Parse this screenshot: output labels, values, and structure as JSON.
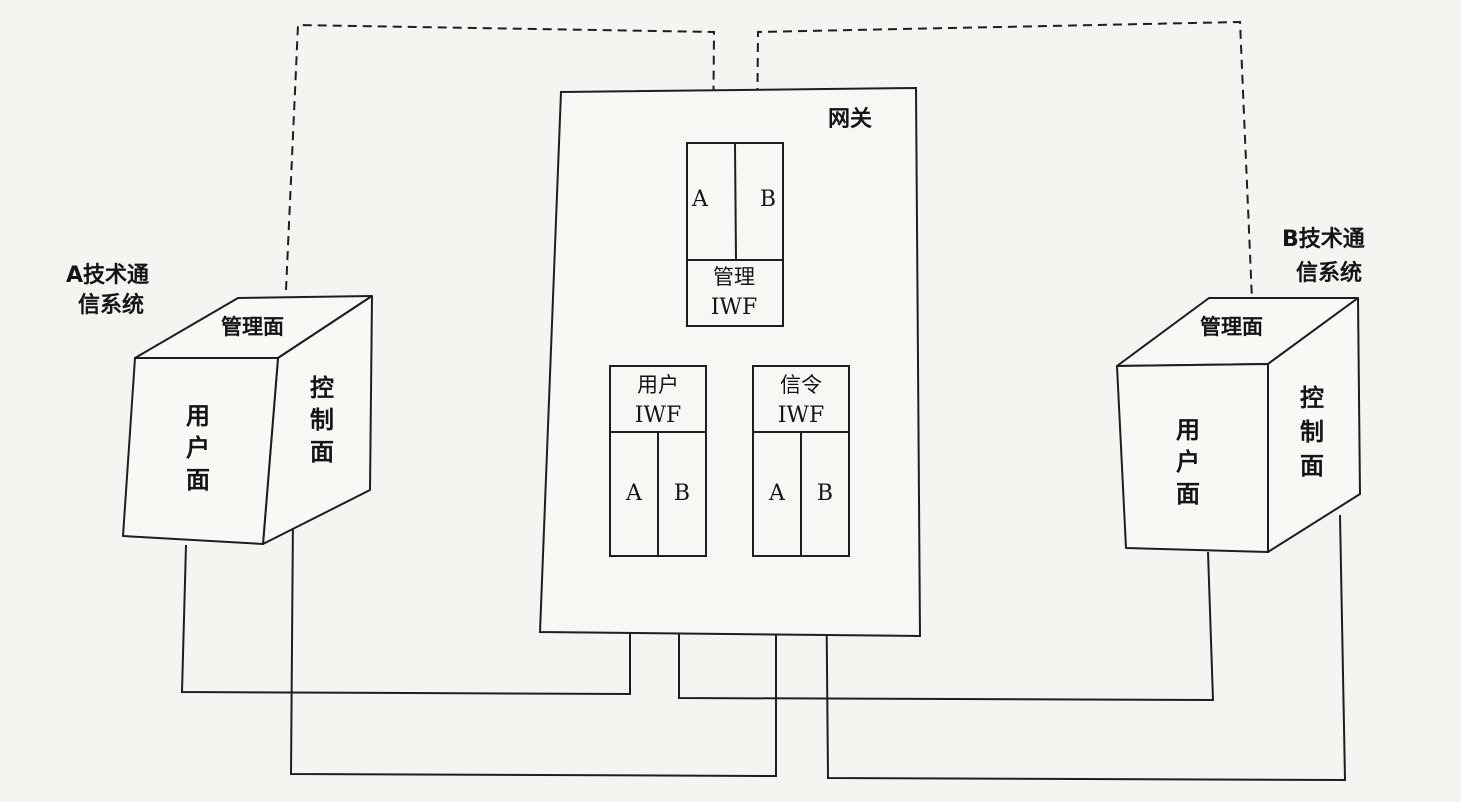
{
  "gateway": {
    "label": "网关",
    "mgmt_iwf": {
      "slot_a": "A",
      "slot_b": "B",
      "title_line1": "管理",
      "title_line2": "IWF"
    },
    "user_iwf": {
      "title_line1": "用户",
      "title_line2": "IWF",
      "slot_a": "A",
      "slot_b": "B"
    },
    "signal_iwf": {
      "title_line1": "信令",
      "title_line2": "IWF",
      "slot_a": "A",
      "slot_b": "B"
    }
  },
  "system_a": {
    "label_line1": "A技术通",
    "label_line2": "信系统",
    "management_plane": "管理面",
    "user_plane": [
      "用",
      "户",
      "面"
    ],
    "control_plane": [
      "控",
      "制",
      "面"
    ]
  },
  "system_b": {
    "label_line1": "B技术通",
    "label_line2": "信系统",
    "management_plane": "管理面",
    "user_plane": [
      "用",
      "户",
      "面"
    ],
    "control_plane": [
      "控",
      "制",
      "面"
    ]
  },
  "connections": [
    {
      "from": "system_a.management_plane",
      "to": "gateway.mgmt_iwf.slot_a",
      "style": "dashed"
    },
    {
      "from": "system_b.management_plane",
      "to": "gateway.mgmt_iwf.slot_b",
      "style": "dashed"
    },
    {
      "from": "system_a.user_plane",
      "to": "gateway.user_iwf.slot_a",
      "style": "solid"
    },
    {
      "from": "system_b.user_plane",
      "to": "gateway.user_iwf.slot_b",
      "style": "solid"
    },
    {
      "from": "system_a.control_plane",
      "to": "gateway.signal_iwf.slot_a",
      "style": "dash-dot"
    },
    {
      "from": "system_b.control_plane",
      "to": "gateway.signal_iwf.slot_b",
      "style": "dash-dot"
    }
  ]
}
